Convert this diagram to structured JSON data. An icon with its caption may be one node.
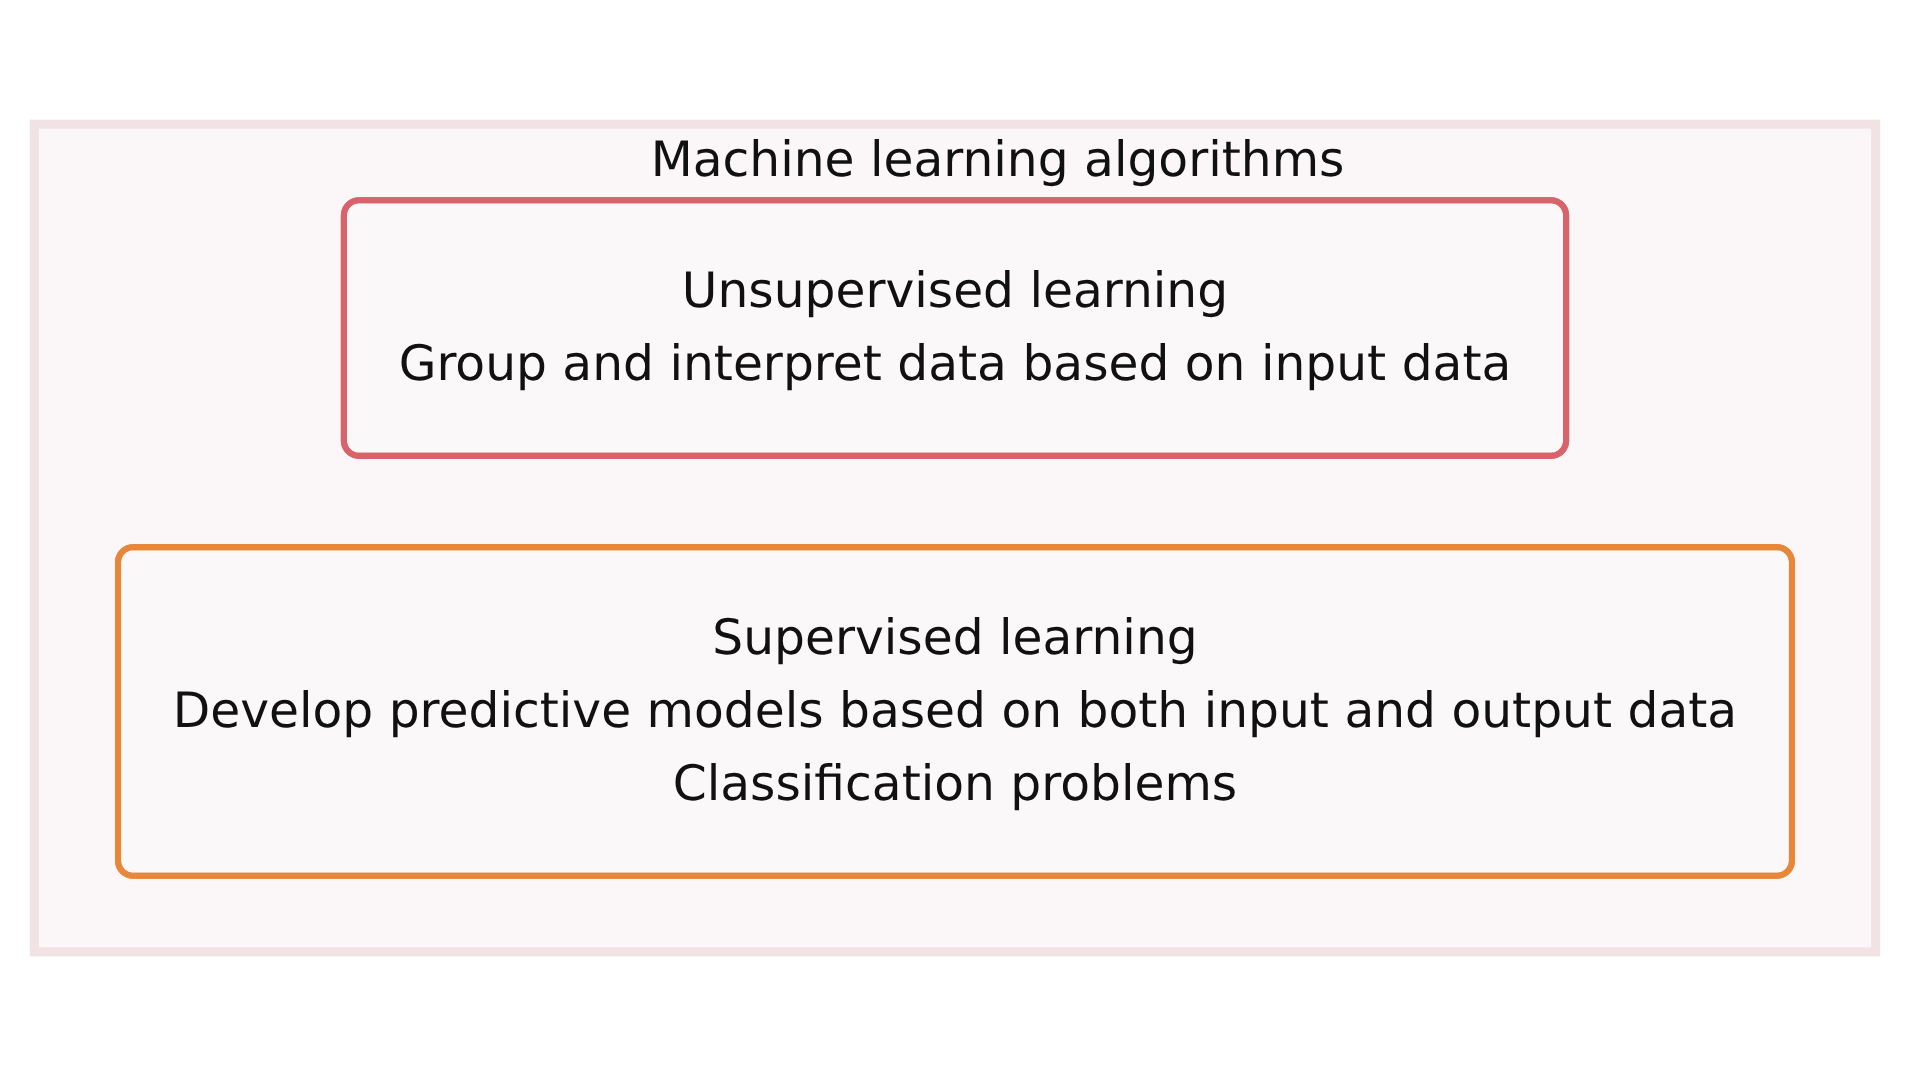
{
  "diagram": {
    "nodes": [
      {
        "text": [
          "Machine learning algorithms"
        ]
      },
      {
        "text": [
          "Unsupervised learning",
          "Group and interpret data based on input data"
        ],
        "in": 0
      },
      {
        "text": [
          "Supervised learning",
          "Develop predictive models based on both input and output data",
          "Classification problems"
        ],
        "in": 0
      }
    ]
  }
}
